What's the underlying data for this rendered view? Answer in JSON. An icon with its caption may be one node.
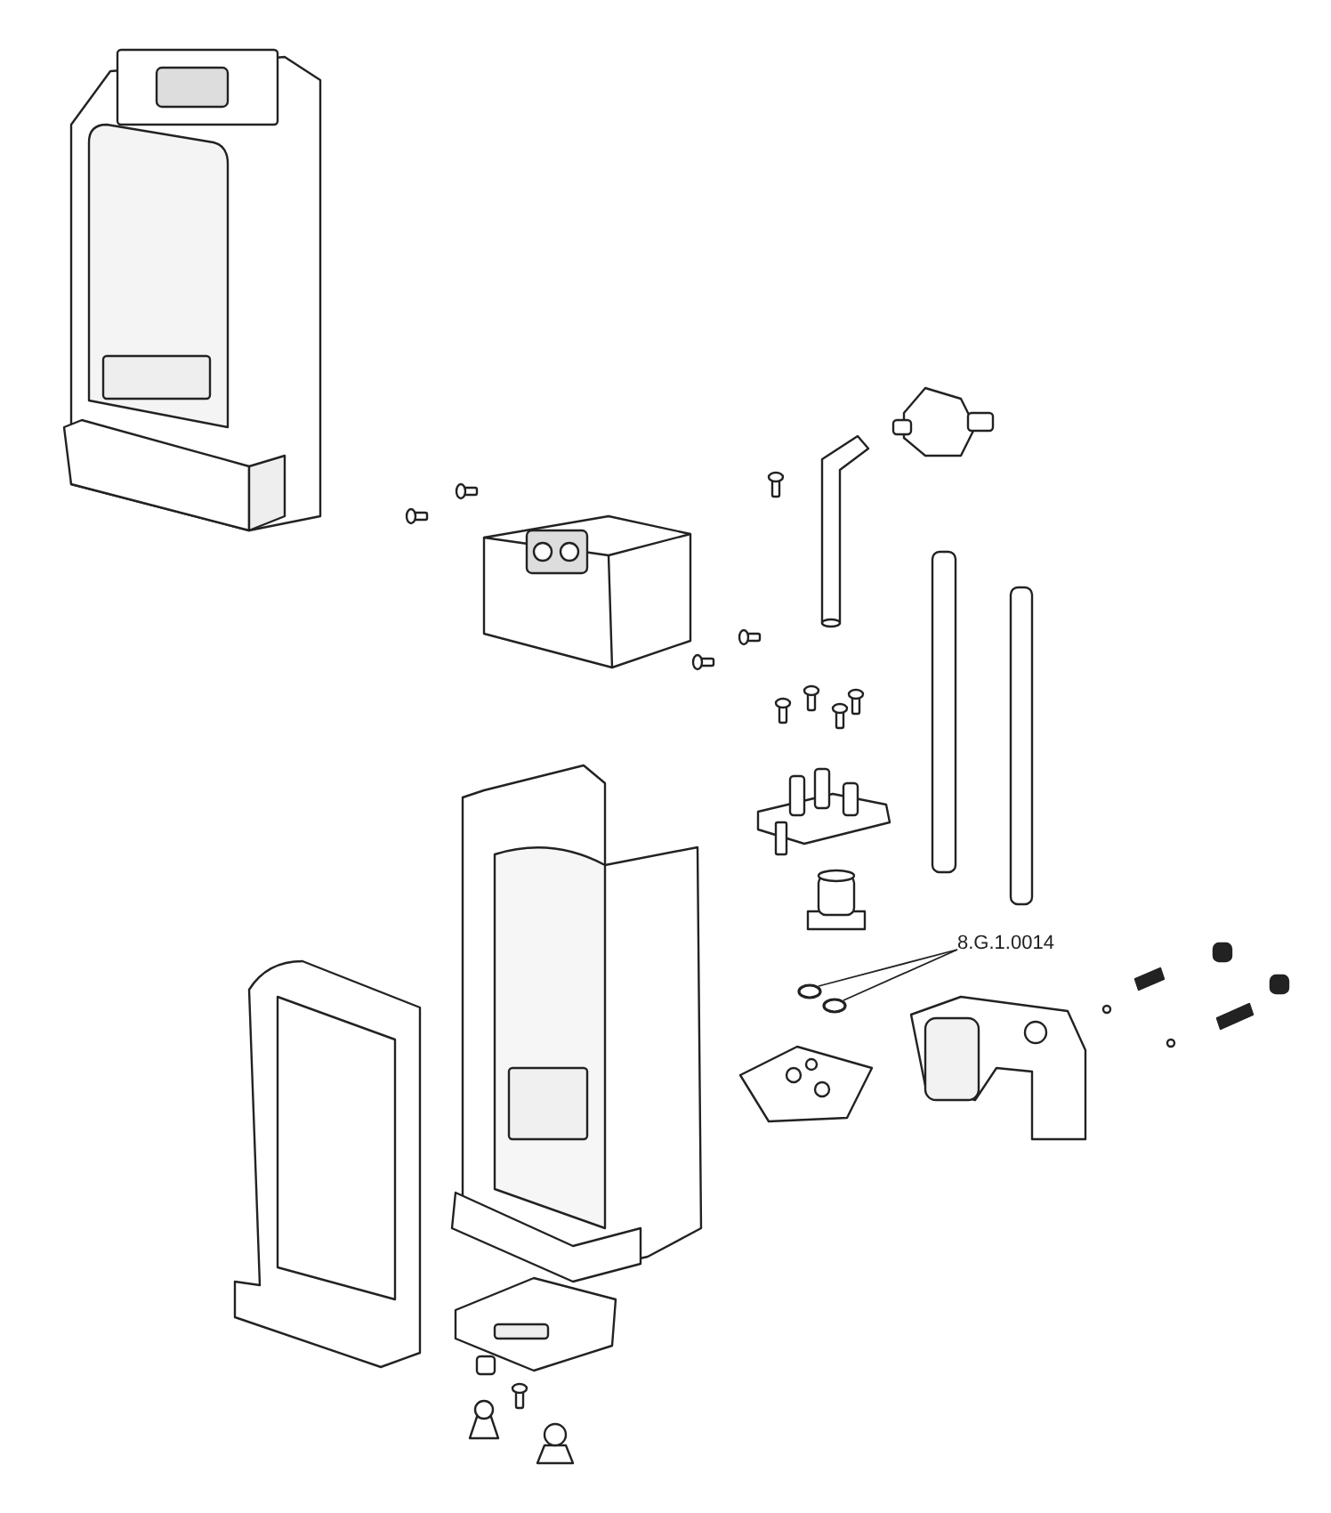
{
  "diagram": {
    "nodes": [
      {
        "text": [
          "8.G.1.0014"
        ]
      },
      {
        "text": [],
        "shape": "circle"
      },
      {
        "text": [],
        "shape": "circle"
      }
    ],
    "edges": [
      {
        "from": 0,
        "to": 1,
        "arrow": "none"
      },
      {
        "from": 0,
        "to": 2,
        "arrow": "none"
      }
    ]
  }
}
